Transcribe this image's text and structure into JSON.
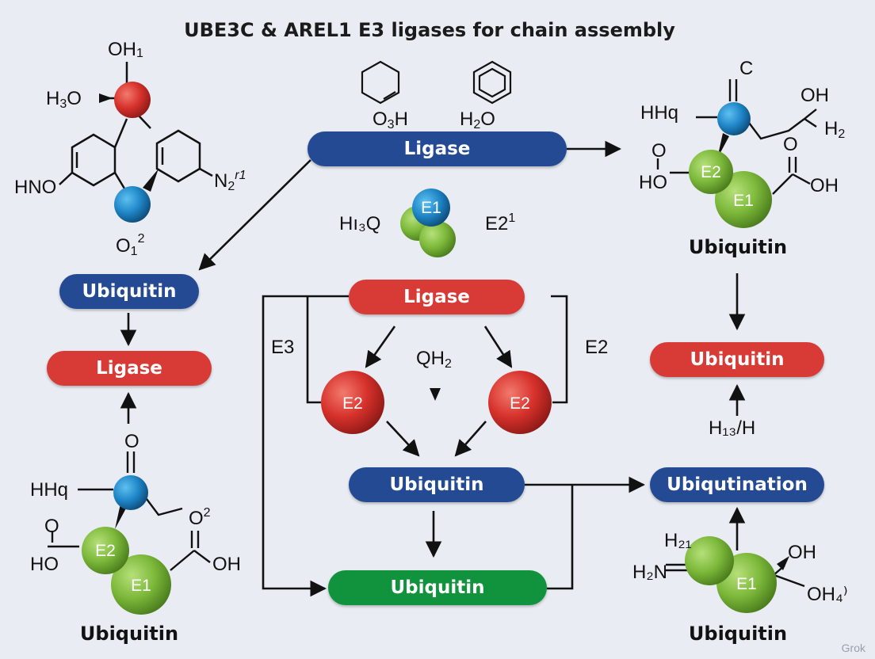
{
  "title": "UBE3C & AREL1 E3 ligases for chain assembly",
  "boxes": {
    "ligase_top": "Ligase",
    "ubiquitin_left": "Ubiquitin",
    "ligase_left": "Ligase",
    "ligase_center": "Ligase",
    "ubiquitin_center": "Ubiquitin",
    "ubiquitin_bottom": "Ubiquitin",
    "ubiquitin_right": "Ubiquitin",
    "ubiquitination": "Ubiqutination"
  },
  "captions": {
    "top_right": "Ubiquitin",
    "bottom_left": "Ubiquitin",
    "bottom_right": "Ubiquitin"
  },
  "labels": {
    "oh1": "OH",
    "oh1_sub": "1",
    "h3o_h": "H",
    "h3o_3": "3",
    "h3o_o": "O",
    "hno": "HNO",
    "n2_n": "N",
    "n2_sub": "2",
    "n2_sup": "r1",
    "o12_o": "O",
    "o12_sub": "1",
    "o12_sup": "2",
    "o3h_o": "O",
    "o3h_3": "3",
    "o3h_h": "H",
    "h2o_h": "H",
    "h2o_2": "2",
    "h2o_o": "O",
    "h13q": "Hı₃Q",
    "e2_sup_e": "E2",
    "e2_sup_1": "1",
    "e3_side": "E3",
    "e2_side": "E2",
    "qh2_q": "QH",
    "qh2_2": "2",
    "tr_c": "C",
    "tr_hhq": "HHq",
    "tr_oh": "OH",
    "tr_h2_h": "H",
    "tr_h2_2": "2",
    "tr_o1": "O",
    "tr_o2": "O",
    "tr_ho": "HO",
    "tr_oh2": "OH",
    "bl_o_top": "O",
    "bl_hhq": "HHq",
    "bl_o2_o": "O",
    "bl_o2_sup": "2",
    "bl_o": "O",
    "bl_ho": "HO",
    "bl_oh": "OH",
    "br_h131h": "H₁₃/H",
    "br_h21": "H₂₁",
    "br_h2n": "H₂N",
    "br_oh": "OH",
    "br_oh4": "OH₄⁾"
  },
  "balls": {
    "e1_center": "E1",
    "e2_left": "E2",
    "e2_right": "E2",
    "tr_e2": "E2",
    "tr_e1": "E1",
    "bl_e2": "E2",
    "bl_e1": "E1",
    "br_e1": "E1"
  },
  "colors": {
    "blue_box": "#234a93",
    "red_box": "#d83a36",
    "green_box": "#11923c",
    "red_ball": "#d6312b",
    "blue_ball": "#1f86c7",
    "green_ball": "#7cb83a",
    "background": "#e9edf3"
  },
  "watermark": "Grok"
}
